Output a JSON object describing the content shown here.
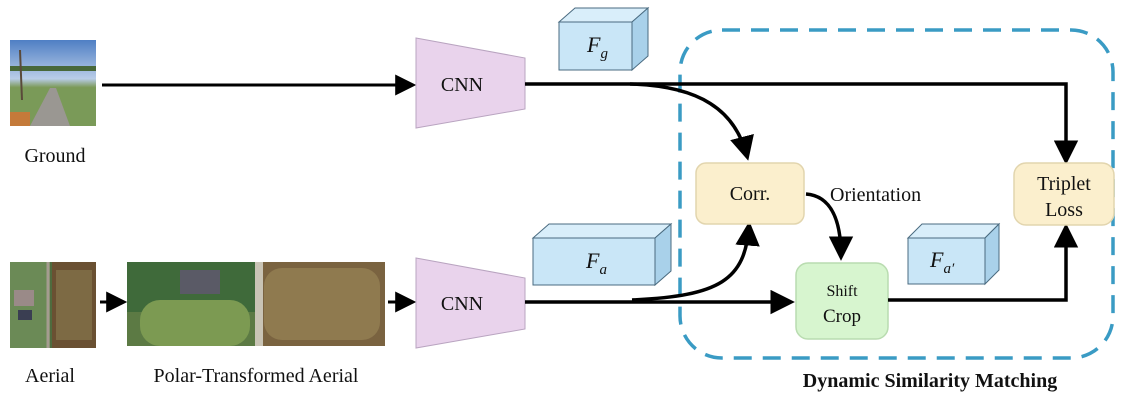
{
  "inputs": {
    "ground_label": "Ground",
    "aerial_label": "Aerial",
    "polar_label": "Polar-Transformed Aerial"
  },
  "cnn_top_label": "CNN",
  "cnn_bottom_label": "CNN",
  "features": {
    "fg_base": "F",
    "fg_sub": "g",
    "fa_base": "F",
    "fa_sub": "a",
    "fa_prime_base": "F",
    "fa_prime_sub": "a′"
  },
  "matching": {
    "title": "Dynamic Similarity Matching",
    "corr_label": "Corr.",
    "orientation_label": "Orientation",
    "shift_crop_line1": "Shift",
    "shift_crop_line2": "Crop",
    "triplet_line1": "Triplet",
    "triplet_line2": "Loss"
  },
  "colors": {
    "cnn_fill": "#e9d3ec",
    "feature_fill": "#c9e6f7",
    "corr_fill": "#fbefcd",
    "shift_fill": "#d7f5cf",
    "triplet_fill": "#fbefcd",
    "dashed_border": "#3a9bc4"
  }
}
